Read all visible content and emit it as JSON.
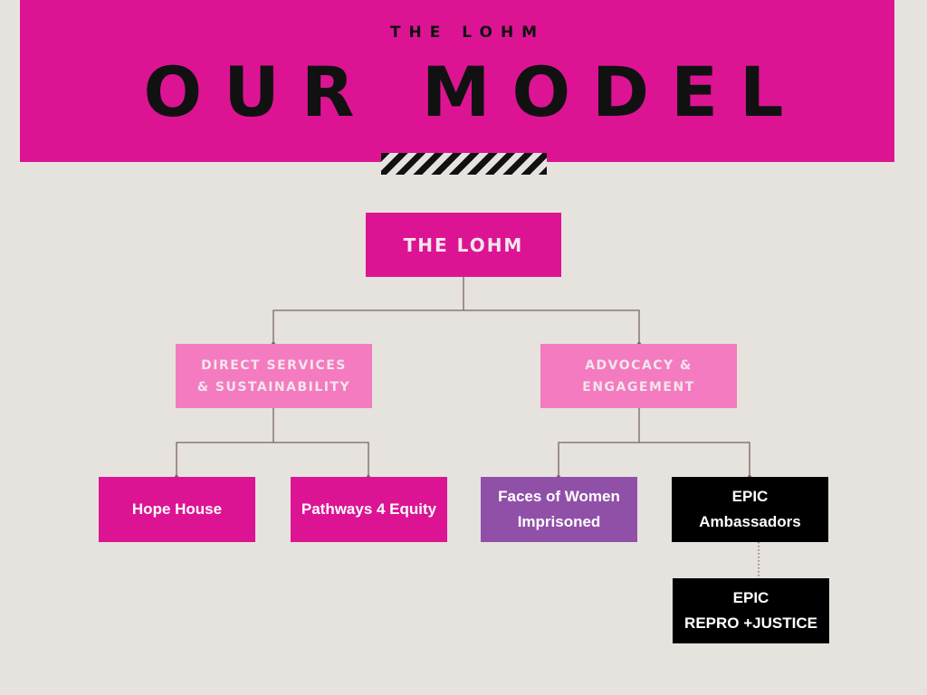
{
  "colors": {
    "background": "#e6e2dd",
    "header": "#dc1493",
    "text_dark": "#111111",
    "pink_dark": "#dc1493",
    "pink_light": "#f47bbf",
    "purple": "#9050a8",
    "black": "#000000",
    "text_light": "#f3e6ec",
    "text_white": "#ffffff",
    "connector": "#7a6467"
  },
  "header": {
    "subtitle": "THE LOHM",
    "title": "OUR MODEL"
  },
  "nodes": [
    {
      "id": "lohm",
      "label": "THE LOHM",
      "parent": null,
      "style": "pink_dark",
      "text": "text_light"
    },
    {
      "id": "direct",
      "label": "DIRECT SERVICES\n& SUSTAINABILITY",
      "parent": "lohm",
      "style": "pink_light",
      "text": "text_light"
    },
    {
      "id": "advocacy",
      "label": "ADVOCACY &\nENGAGEMENT",
      "parent": "lohm",
      "style": "pink_light",
      "text": "text_light"
    },
    {
      "id": "hope",
      "label": "Hope House",
      "parent": "direct",
      "style": "pink_dark",
      "text": "text_white"
    },
    {
      "id": "pathways",
      "label": "Pathways 4 Equity",
      "parent": "direct",
      "style": "pink_dark",
      "text": "text_white"
    },
    {
      "id": "faces",
      "label": "Faces of Women\nImprisoned",
      "parent": "advocacy",
      "style": "purple",
      "text": "text_white"
    },
    {
      "id": "epic_amb",
      "label": "EPIC\nAmbassadors",
      "parent": "advocacy",
      "style": "black",
      "text": "text_white"
    },
    {
      "id": "epic_rep",
      "label": "EPIC\nREPRO +JUSTICE",
      "parent": "epic_amb",
      "style": "black",
      "text": "text_white"
    }
  ]
}
